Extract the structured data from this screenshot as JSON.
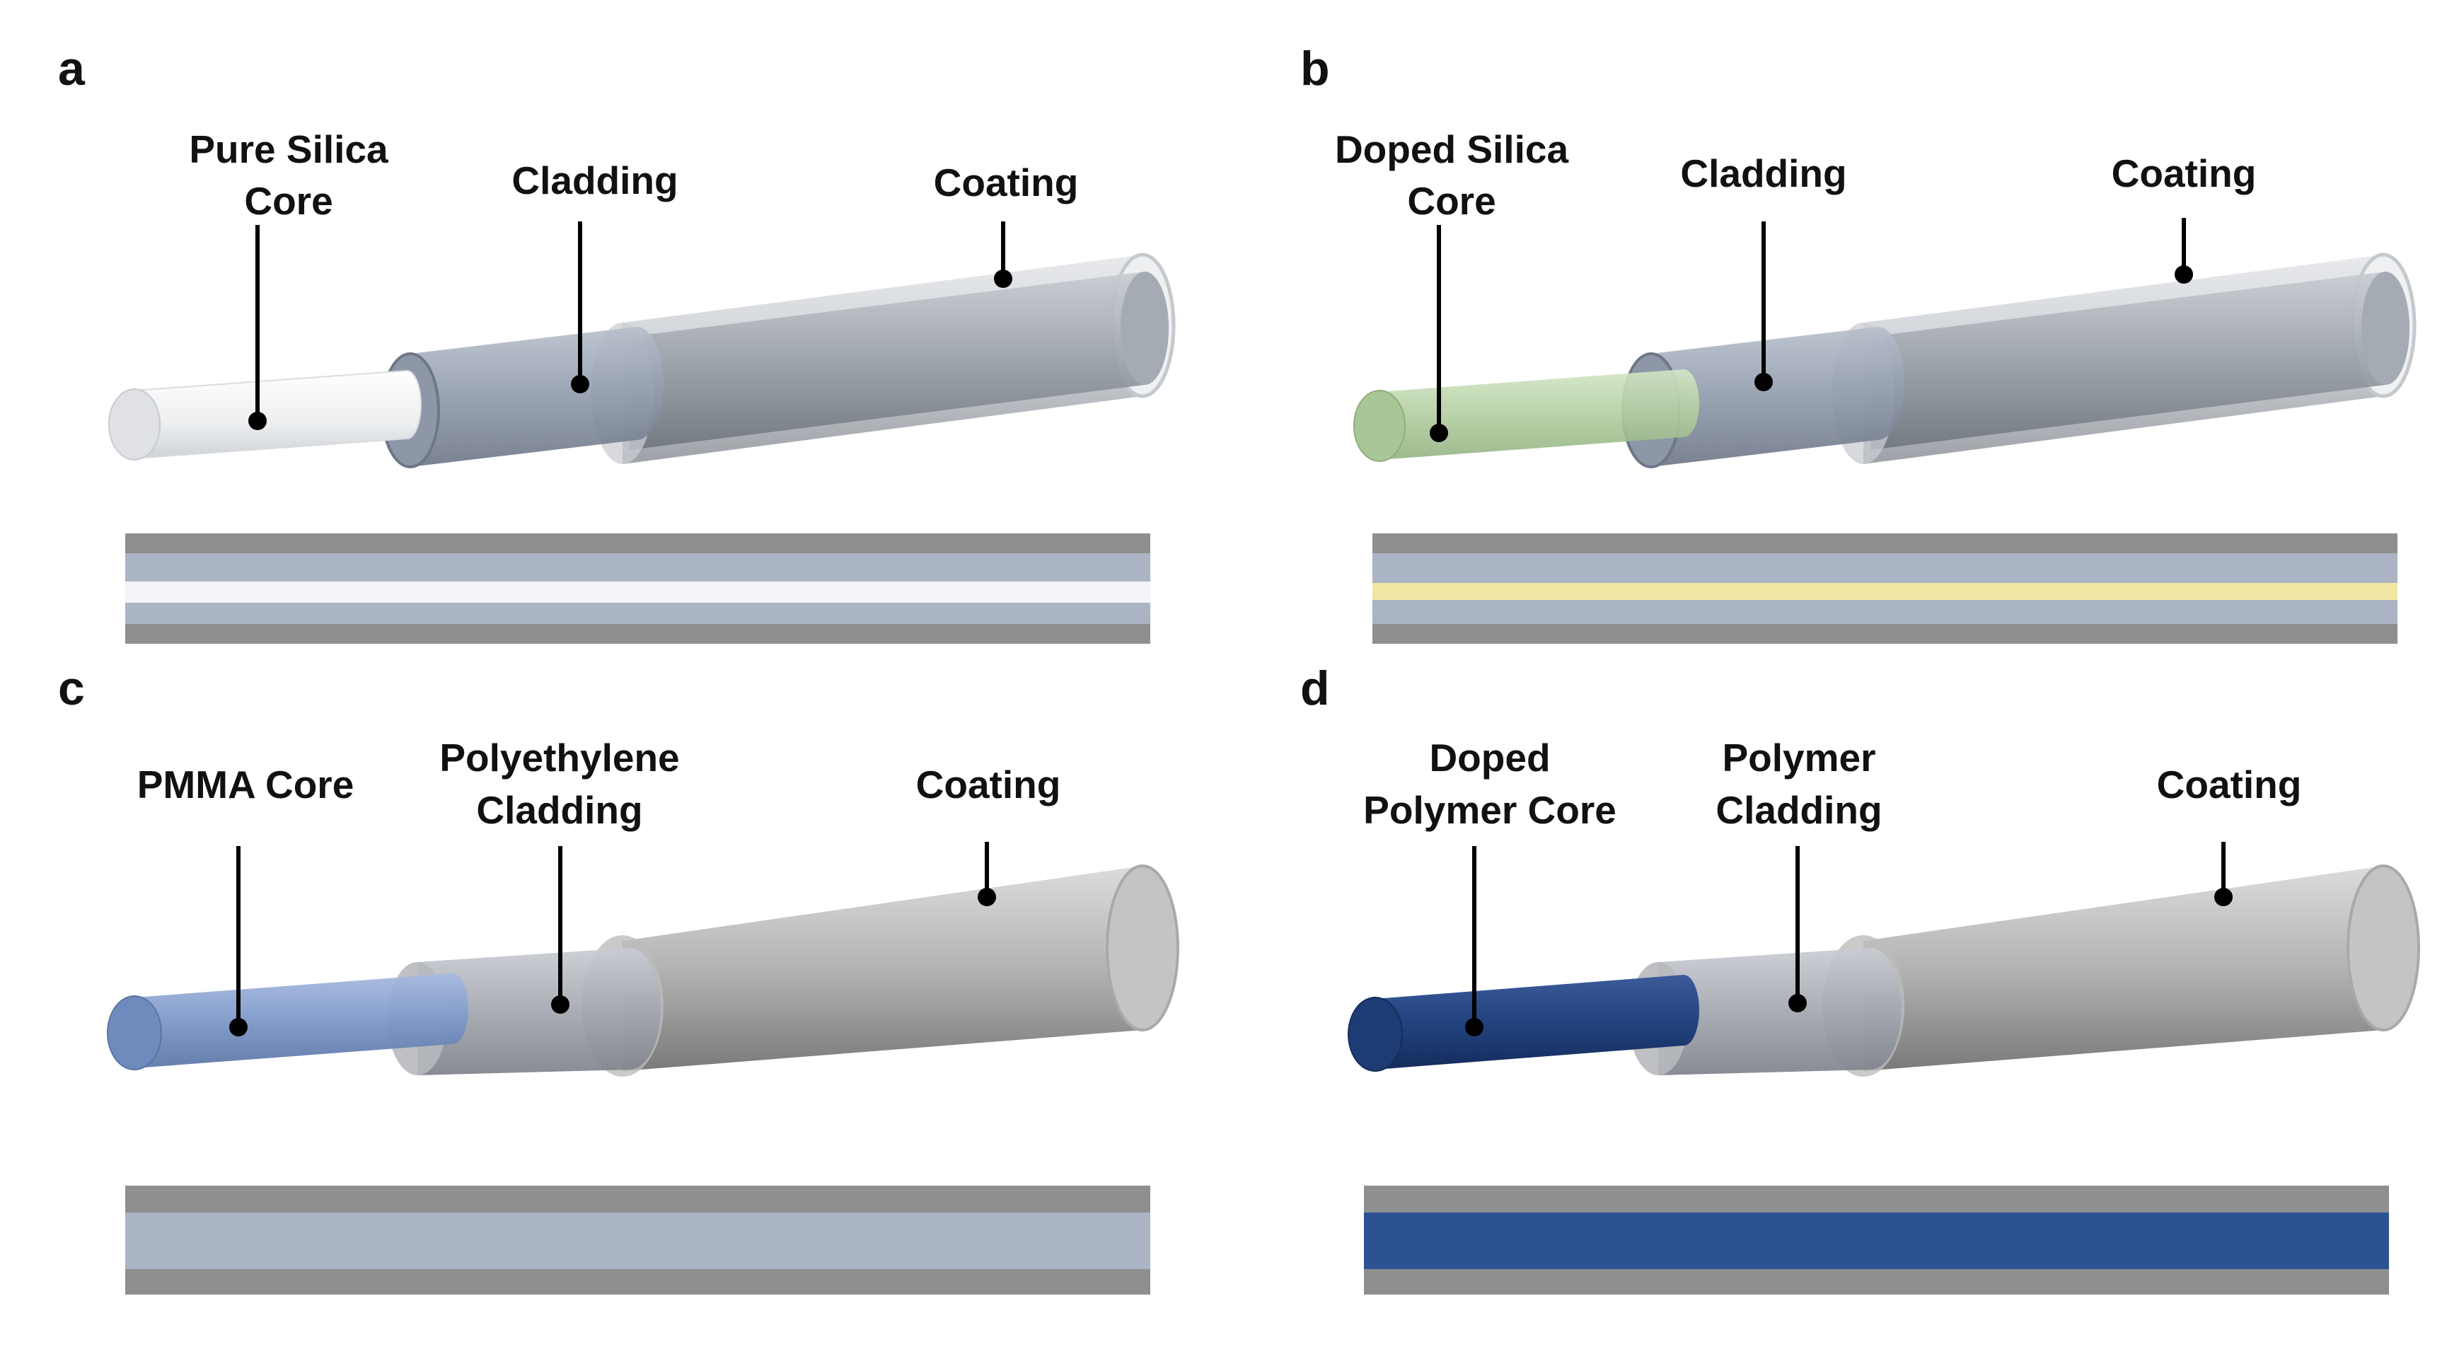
{
  "colors": {
    "coating_outer": "#8f8f8f",
    "coating_inner": "#a8adb3",
    "cladding": "#aab4c4",
    "pure_silica_core": "#f1f3f6",
    "doped_silica_core": "#b6cfa6",
    "doped_silica_core_stripe": "#f2e6a4",
    "pmma_core": "#7d98c8",
    "doped_polymer_core": "#23437f",
    "leader_line": "#000000"
  },
  "panels": {
    "a": {
      "letter": "a",
      "core_label_1": "Pure Silica",
      "core_label_2": "Core",
      "cladding_label": "Cladding",
      "coating_label": "Coating"
    },
    "b": {
      "letter": "b",
      "core_label_1": "Doped Silica",
      "core_label_2": "Core",
      "cladding_label": "Cladding",
      "coating_label": "Coating"
    },
    "c": {
      "letter": "c",
      "core_label": "PMMA Core",
      "cladding_label_1": "Polyethylene",
      "cladding_label_2": "Cladding",
      "coating_label": "Coating"
    },
    "d": {
      "letter": "d",
      "core_label_1": "Doped",
      "core_label_2": "Polymer Core",
      "cladding_label_1": "Polymer",
      "cladding_label_2": "Cladding",
      "coating_label": "Coating"
    }
  }
}
